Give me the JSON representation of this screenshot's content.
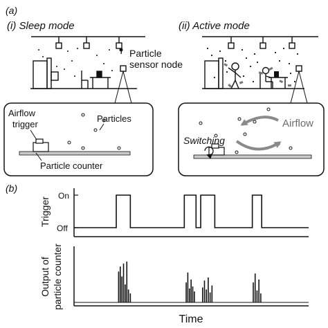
{
  "panel_a": {
    "label": "(a)",
    "sleep": {
      "title": "(i) Sleep mode",
      "particle_label_line1": "Particle",
      "particle_label_line2": "sensor node",
      "callout": {
        "airflow_trigger_line1": "Airflow",
        "airflow_trigger_line2": "trigger",
        "particles": "Particles",
        "particle_counter": "Particle counter"
      }
    },
    "active": {
      "title": "(ii) Active mode",
      "callout": {
        "airflow": "Airflow",
        "switching": "Switching"
      }
    }
  },
  "panel_b": {
    "label": "(b)",
    "trigger": {
      "ylabel": "Trigger",
      "on_label": "On",
      "off_label": "Off",
      "pulses": [
        [
          0.18,
          0.24
        ],
        [
          0.47,
          0.52
        ],
        [
          0.54,
          0.6
        ],
        [
          0.76,
          0.8
        ]
      ]
    },
    "counter": {
      "ylabel_line1": "Output of",
      "ylabel_line2": "particle counter",
      "bursts": [
        {
          "t": 0.19,
          "h": 0.62
        },
        {
          "t": 0.197,
          "h": 0.72
        },
        {
          "t": 0.204,
          "h": 0.52
        },
        {
          "t": 0.211,
          "h": 0.78
        },
        {
          "t": 0.218,
          "h": 0.36
        },
        {
          "t": 0.225,
          "h": 0.82
        },
        {
          "t": 0.232,
          "h": 0.26
        },
        {
          "t": 0.24,
          "h": 0.18
        },
        {
          "t": 0.478,
          "h": 0.4
        },
        {
          "t": 0.485,
          "h": 0.6
        },
        {
          "t": 0.492,
          "h": 0.28
        },
        {
          "t": 0.499,
          "h": 0.46
        },
        {
          "t": 0.506,
          "h": 0.32
        },
        {
          "t": 0.513,
          "h": 0.22
        },
        {
          "t": 0.548,
          "h": 0.3
        },
        {
          "t": 0.556,
          "h": 0.44
        },
        {
          "t": 0.564,
          "h": 0.26
        },
        {
          "t": 0.572,
          "h": 0.5
        },
        {
          "t": 0.58,
          "h": 0.2
        },
        {
          "t": 0.588,
          "h": 0.34
        },
        {
          "t": 0.764,
          "h": 0.4
        },
        {
          "t": 0.772,
          "h": 0.58
        },
        {
          "t": 0.78,
          "h": 0.24
        },
        {
          "t": 0.788,
          "h": 0.46
        },
        {
          "t": 0.796,
          "h": 0.18
        }
      ]
    },
    "xlabel": "Time"
  }
}
